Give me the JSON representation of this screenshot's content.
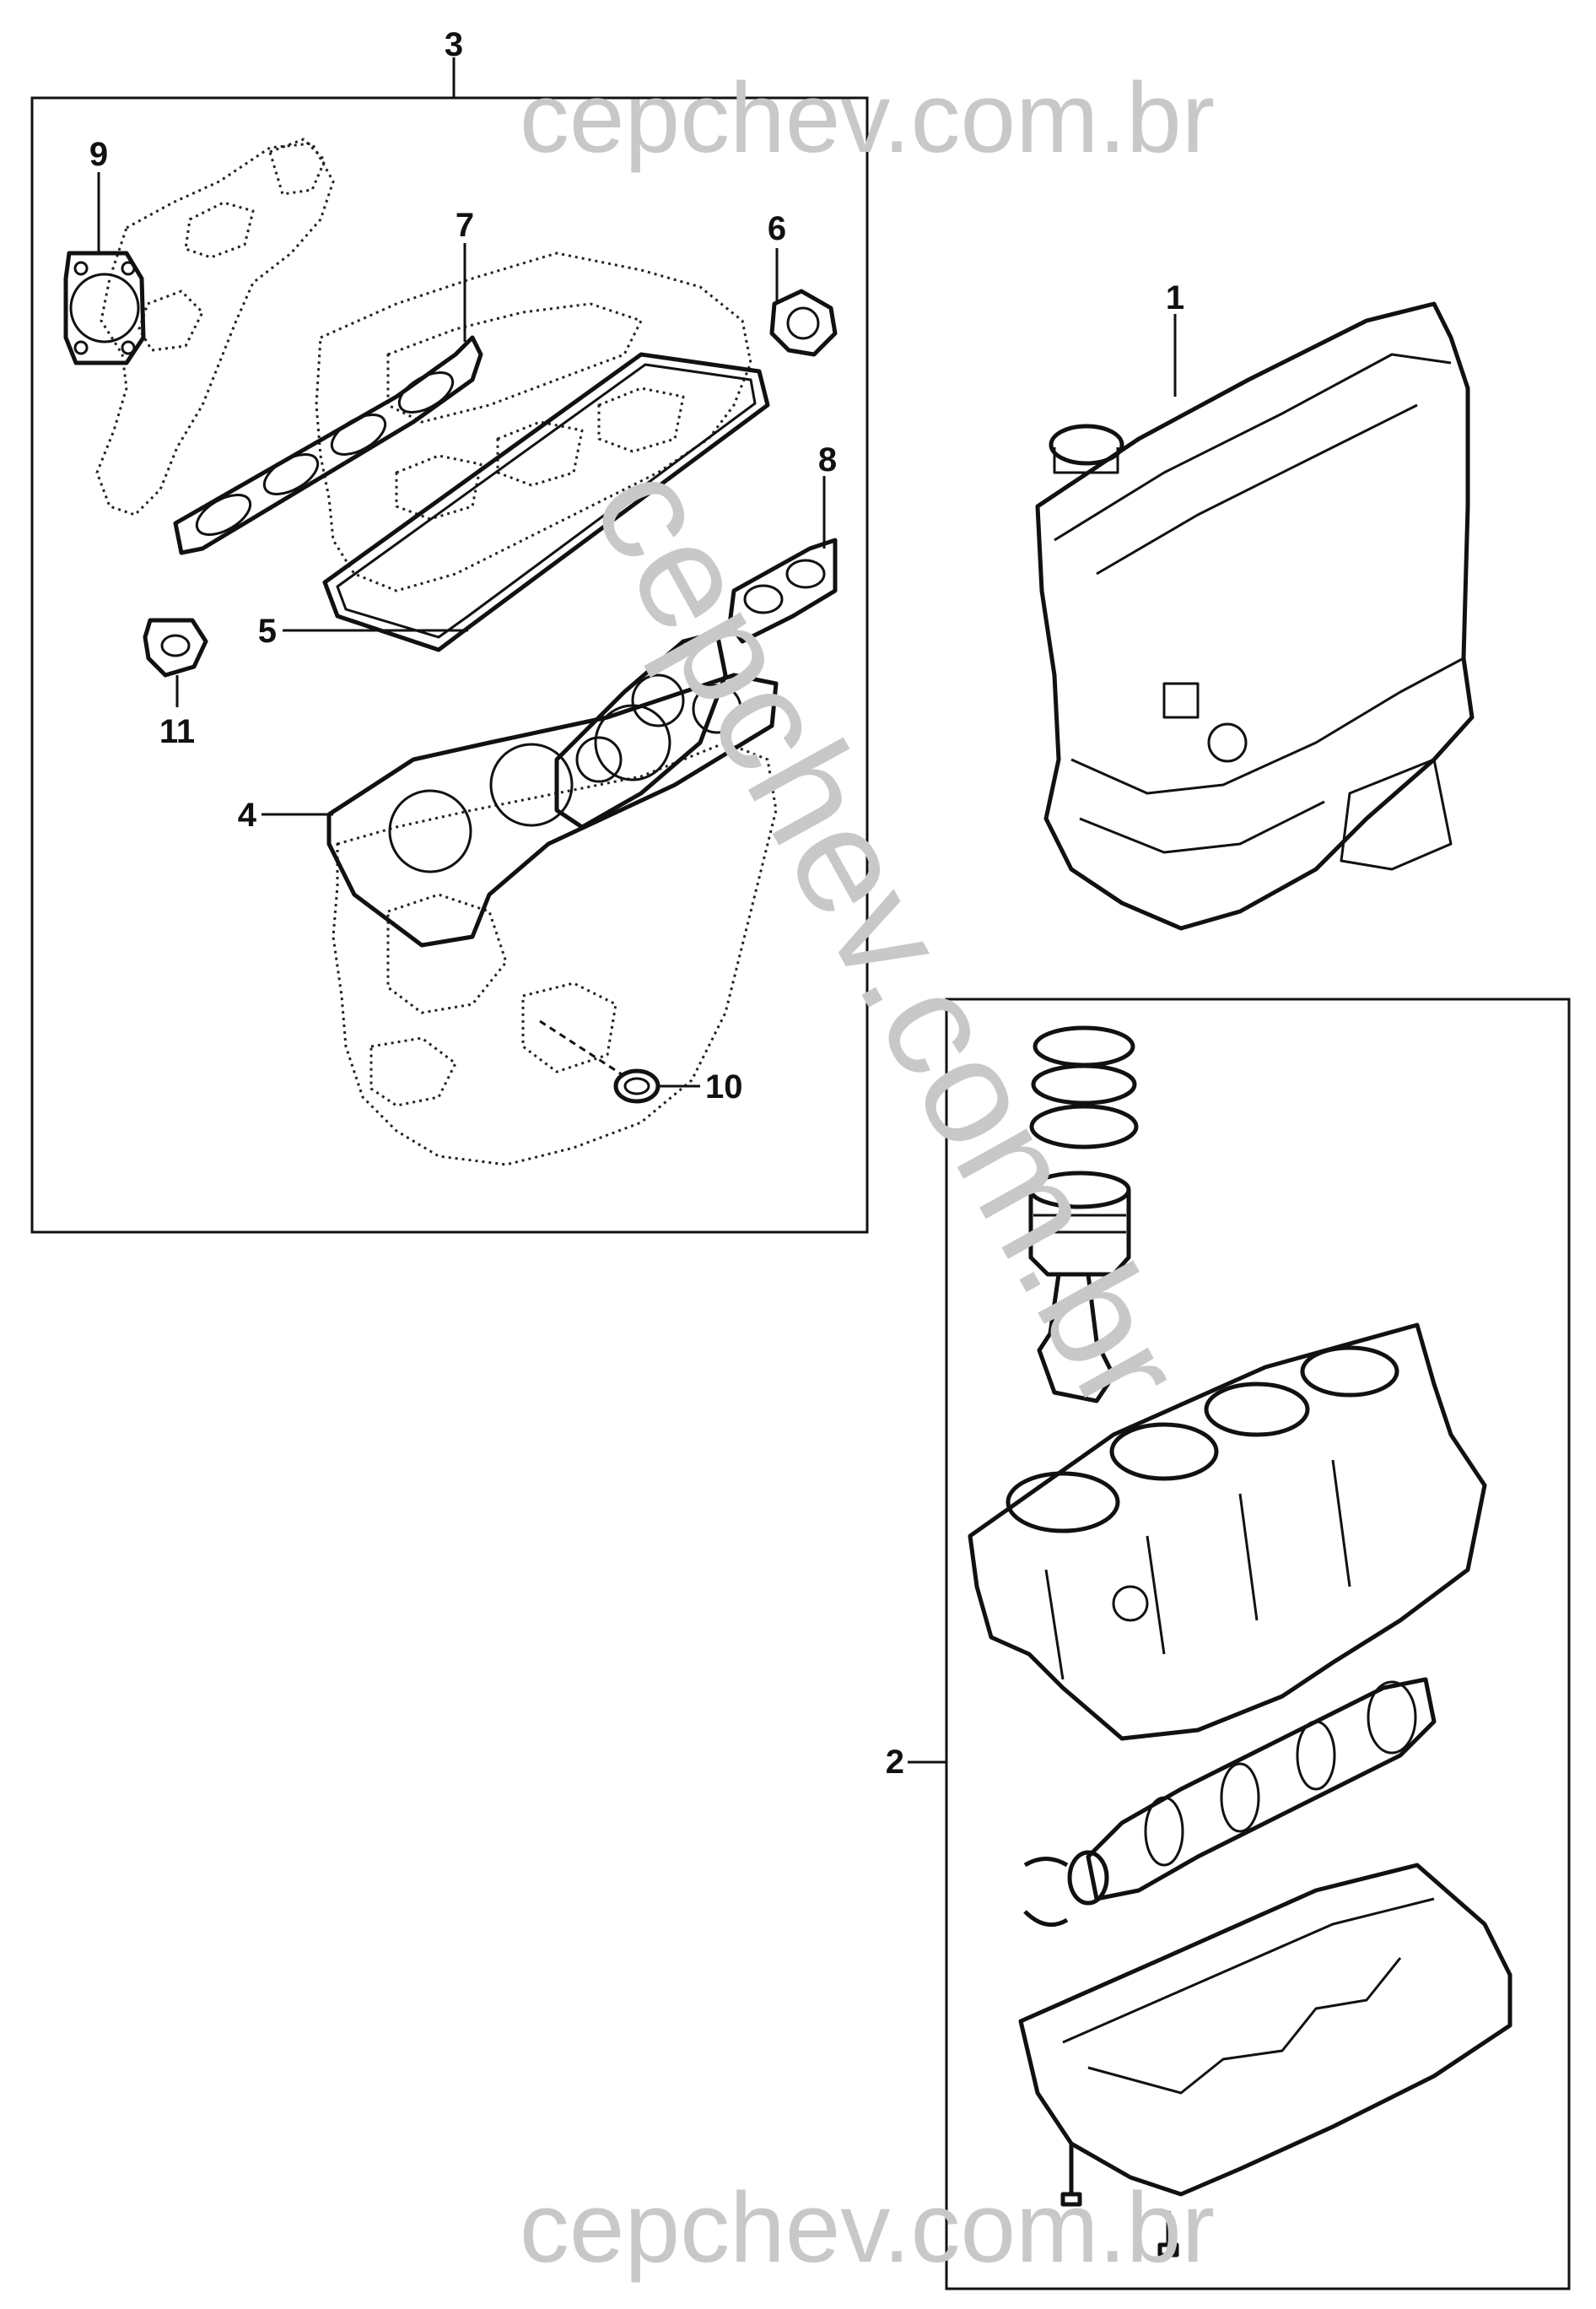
{
  "watermark": {
    "text": "cepchev.com.br",
    "color": "#c8c8c8"
  },
  "callouts": [
    {
      "id": "1",
      "label": "1"
    },
    {
      "id": "2",
      "label": "2"
    },
    {
      "id": "3",
      "label": "3"
    },
    {
      "id": "4",
      "label": "4"
    },
    {
      "id": "5",
      "label": "5"
    },
    {
      "id": "6",
      "label": "6"
    },
    {
      "id": "7",
      "label": "7"
    },
    {
      "id": "8",
      "label": "8"
    },
    {
      "id": "9",
      "label": "9"
    },
    {
      "id": "10",
      "label": "10"
    },
    {
      "id": "11",
      "label": "11"
    }
  ],
  "icons": [
    "engine-assembly-icon",
    "short-block-icon",
    "gasket-icon",
    "piston-icon",
    "crankshaft-icon",
    "oil-pan-icon",
    "bolt-icon"
  ]
}
